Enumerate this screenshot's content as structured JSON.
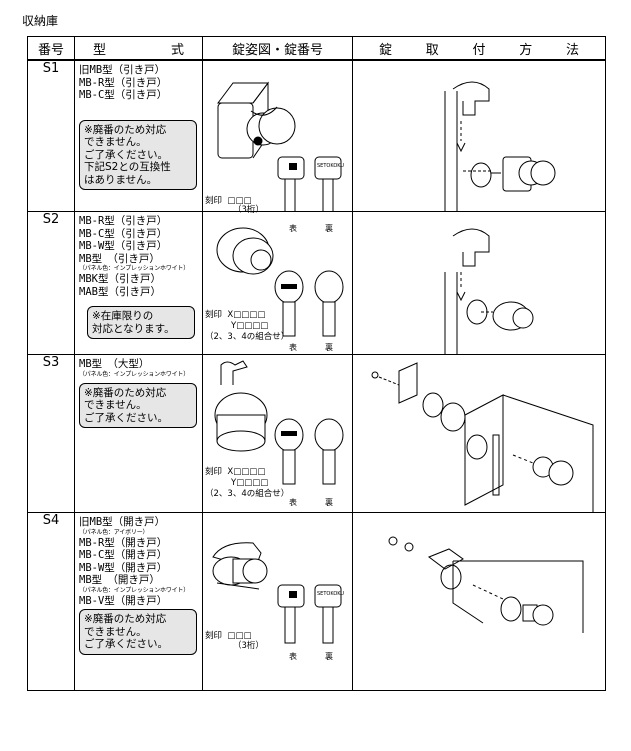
{
  "section_title": "収納庫",
  "headers": {
    "no": [
      "番",
      "号"
    ],
    "model": [
      "型",
      "式"
    ],
    "key": "錠姿図・錠番号",
    "method": [
      "錠",
      "取",
      "付",
      "方",
      "法"
    ]
  },
  "rows": [
    {
      "no": "S1",
      "models": [
        "旧MB型（引き戸）",
        "MB-R型（引き戸）",
        "MB-C型（引き戸）"
      ],
      "notice": [
        "※廃番のため対応",
        "できません。",
        "ご了承ください。",
        "下記S2との互換性",
        "はありません。"
      ],
      "stamp_label": "刻印",
      "stamp_code": "□□□",
      "stamp_digits": "（3桁）",
      "key_text": "SETOKOKU",
      "front": "表",
      "back": "裏"
    },
    {
      "no": "S2",
      "models": [
        "MB-R型（引き戸）",
        "MB-C型（引き戸）",
        "MB-W型（引き戸）",
        "MB型　（引き戸）",
        "（パネル色：インプレッションホワイト）",
        "MBK型（引き戸）",
        "MAB型（引き戸）"
      ],
      "notice": [
        "※在庫限りの",
        "対応となります。"
      ],
      "stamp_label": "刻印",
      "stamp_x": "X□□□□",
      "stamp_y": "Y□□□□",
      "stamp_combo": "（2、3、4の組合せ）",
      "front": "表",
      "back": "裏"
    },
    {
      "no": "S3",
      "models": [
        "MB型　（大型）",
        "（パネル色：インプレッションホワイト）"
      ],
      "notice": [
        "※廃番のため対応",
        "できません。",
        "ご了承ください。"
      ],
      "stamp_label": "刻印",
      "stamp_x": "X□□□□",
      "stamp_y": "Y□□□□",
      "stamp_combo": "（2、3、4の組合せ）",
      "front": "表",
      "back": "裏"
    },
    {
      "no": "S4",
      "models": [
        "旧MB型（開き戸）",
        "（パネル色：アイボリー）",
        "MB-R型（開き戸）",
        "MB-C型（開き戸）",
        "MB-W型（開き戸）",
        "MB型　（開き戸）",
        "（パネル色：インプレッションホワイト）",
        "MB-V型（開き戸）"
      ],
      "notice": [
        "※廃番のため対応",
        "できません。",
        "ご了承ください。"
      ],
      "stamp_label": "刻印",
      "stamp_code": "□□□",
      "stamp_digits": "（3桁）",
      "key_text": "SETOKOKU",
      "front": "表",
      "back": "裏"
    }
  ]
}
